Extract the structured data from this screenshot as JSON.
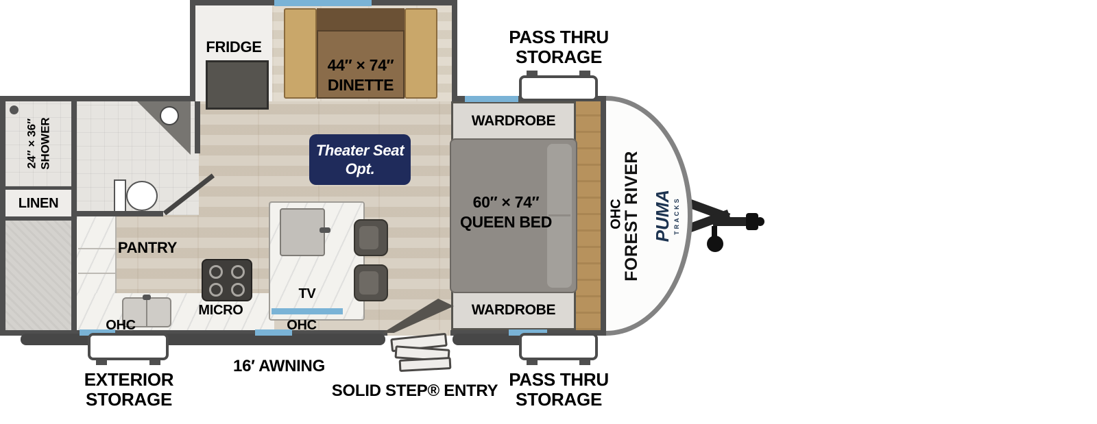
{
  "colors": {
    "wall": "#4f4f4f",
    "accent_blue": "#7ab3d6",
    "badge_navy": "#1f2b5b",
    "brand_navy": "#1c3350"
  },
  "slideout": {
    "fridge": "FRIDGE",
    "dinette": "44″ × 74″\nDINETTE"
  },
  "bedroom": {
    "wardrobe_top": "WARDROBE",
    "wardrobe_bottom": "WARDROBE",
    "queen_bed": "60″ × 74″\nQUEEN BED",
    "ohc": "OHC"
  },
  "bathroom": {
    "shower": "24″ × 36″\nSHOWER",
    "linen": "LINEN"
  },
  "kitchen": {
    "pantry": "PANTRY",
    "micro": "MICRO",
    "tv": "TV",
    "ohc_left": "OHC",
    "ohc_center": "OHC"
  },
  "living": {
    "theater_seat": "Theater Seat\nOpt."
  },
  "exterior": {
    "pass_thru_top": "PASS THRU\nSTORAGE",
    "pass_thru_bottom": "PASS THRU\nSTORAGE",
    "exterior_storage": "EXTERIOR\nSTORAGE",
    "awning": "16′ AWNING",
    "entry": "SOLID STEP® ENTRY"
  },
  "brand": {
    "maker": "FOREST RIVER",
    "model": "PUMA",
    "model_sub": "TRACKS"
  }
}
